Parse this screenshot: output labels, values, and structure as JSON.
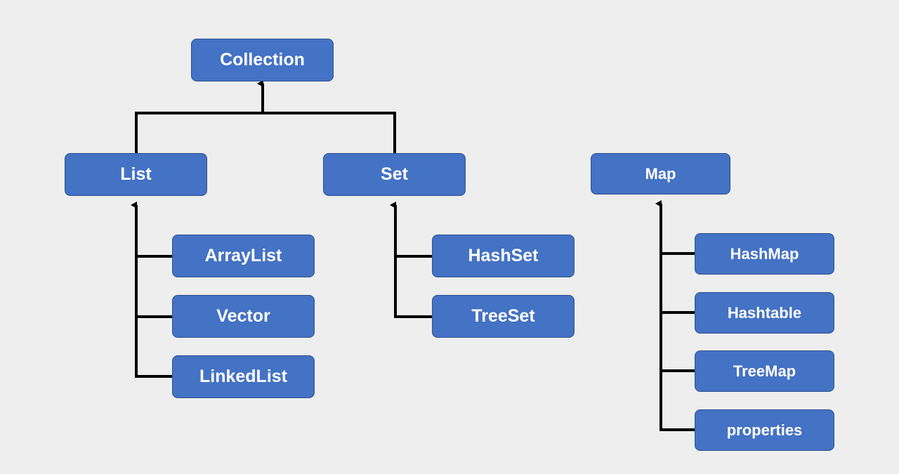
{
  "diagram": {
    "nodes": {
      "collection": "Collection",
      "list": "List",
      "set": "Set",
      "map": "Map",
      "arraylist": "ArrayList",
      "vector": "Vector",
      "linkedlist": "LinkedList",
      "hashset": "HashSet",
      "treeset": "TreeSet",
      "hashmap": "HashMap",
      "hashtable": "Hashtable",
      "treemap": "TreeMap",
      "properties": "properties"
    },
    "edges": [
      {
        "from": "list",
        "to": "collection"
      },
      {
        "from": "set",
        "to": "collection"
      },
      {
        "from": "arraylist",
        "to": "list"
      },
      {
        "from": "vector",
        "to": "list"
      },
      {
        "from": "linkedlist",
        "to": "list"
      },
      {
        "from": "hashset",
        "to": "set"
      },
      {
        "from": "treeset",
        "to": "set"
      },
      {
        "from": "hashmap",
        "to": "map"
      },
      {
        "from": "hashtable",
        "to": "map"
      },
      {
        "from": "treemap",
        "to": "map"
      },
      {
        "from": "properties",
        "to": "map"
      }
    ],
    "colors": {
      "node_fill": "#4472c4",
      "node_border": "#2f528f",
      "node_text": "#ffffff",
      "connector": "#000000",
      "background": "#eeeeee"
    }
  }
}
